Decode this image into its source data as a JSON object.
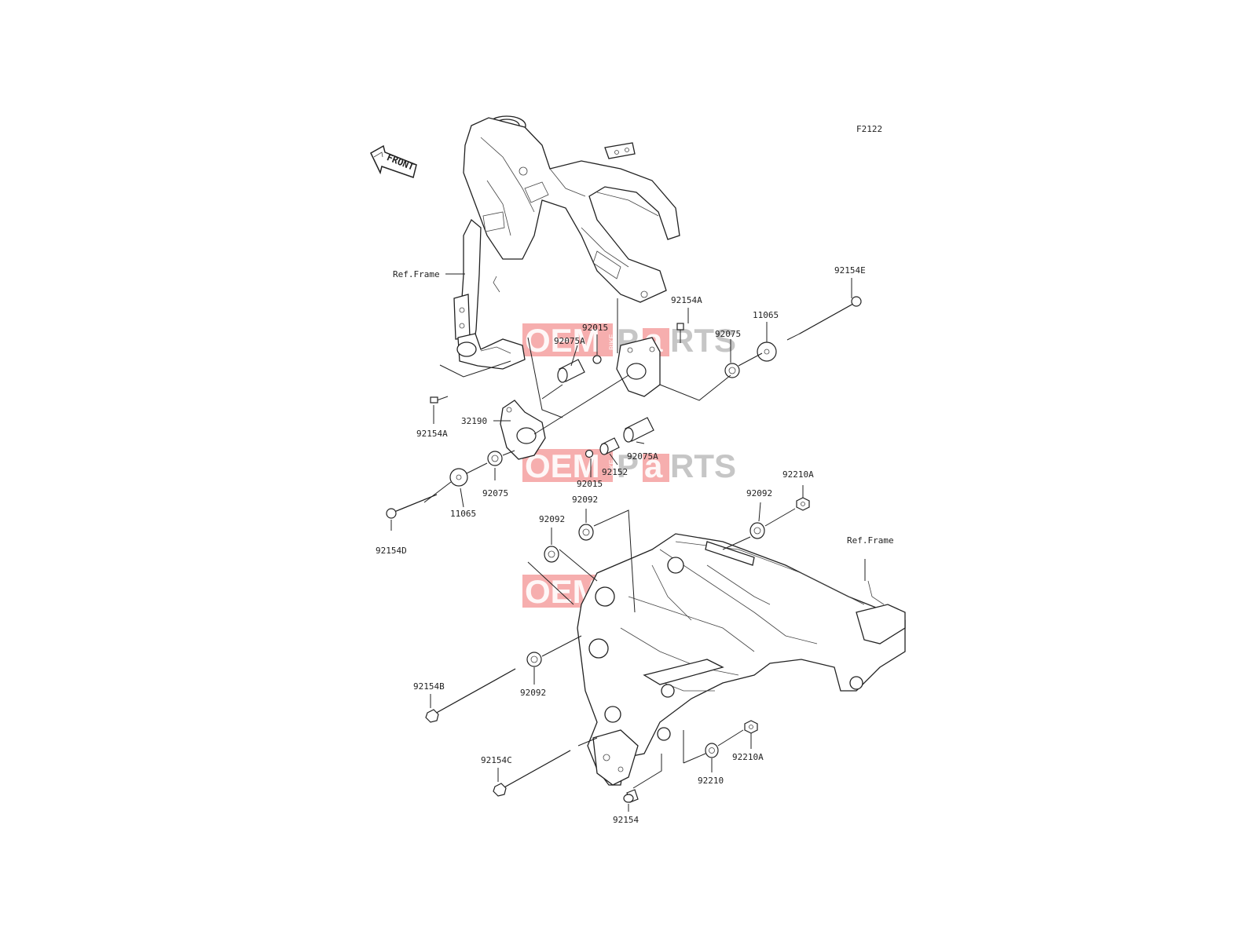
{
  "diagram_code": "F2122",
  "front_label": "FRONT",
  "ref_frame_label": "Ref.Frame",
  "watermark": {
    "oem": "OEM",
    "bike": "BIKE",
    "parts_p": "P",
    "parts_a": "a",
    "parts_rts": "RTS"
  },
  "callouts": {
    "c_92154E": "92154E",
    "c_92154A_top": "92154A",
    "c_11065_top": "11065",
    "c_92075_top": "92075",
    "c_92015_top": "92015",
    "c_92075A_top": "92075A",
    "c_92154A_left": "92154A",
    "c_32190": "32190",
    "c_92075A_mid": "92075A",
    "c_92152": "92152",
    "c_92015_mid": "92015",
    "c_92075_left": "92075",
    "c_11065_left": "11065",
    "c_92154D": "92154D",
    "c_92210A_top": "92210A",
    "c_92092_right": "92092",
    "c_92092_mid": "92092",
    "c_92092_left": "92092",
    "c_92092_low": "92092",
    "c_92154B": "92154B",
    "c_92154C": "92154C",
    "c_92154": "92154",
    "c_92210": "92210",
    "c_92210A_low": "92210A"
  }
}
